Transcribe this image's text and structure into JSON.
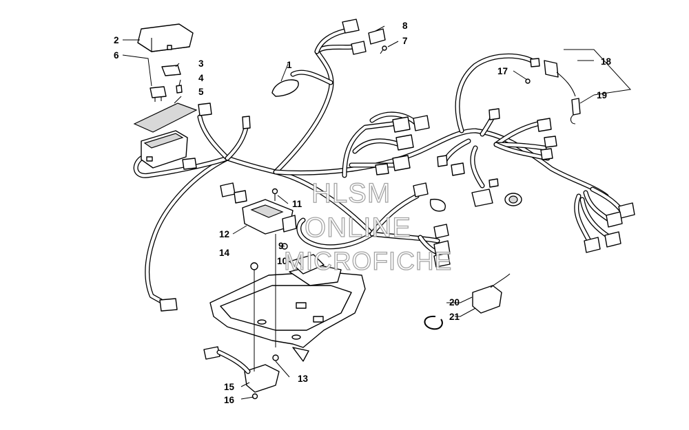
{
  "watermark": {
    "line1": "HLSM",
    "line2": "ONLINE",
    "line3": "MICROFICHE"
  },
  "callouts": [
    {
      "id": "2",
      "label": "2"
    },
    {
      "id": "6",
      "label": "6"
    },
    {
      "id": "3",
      "label": "3"
    },
    {
      "id": "4",
      "label": "4"
    },
    {
      "id": "5",
      "label": "5"
    },
    {
      "id": "1",
      "label": "1"
    },
    {
      "id": "8",
      "label": "8"
    },
    {
      "id": "7",
      "label": "7"
    },
    {
      "id": "18",
      "label": "18"
    },
    {
      "id": "17",
      "label": "17"
    },
    {
      "id": "19",
      "label": "19"
    },
    {
      "id": "11",
      "label": "11"
    },
    {
      "id": "12",
      "label": "12"
    },
    {
      "id": "9",
      "label": "9"
    },
    {
      "id": "14",
      "label": "14"
    },
    {
      "id": "10",
      "label": "10"
    },
    {
      "id": "20",
      "label": "20"
    },
    {
      "id": "21",
      "label": "21"
    },
    {
      "id": "13",
      "label": "13"
    },
    {
      "id": "15",
      "label": "15"
    },
    {
      "id": "16",
      "label": "16"
    }
  ]
}
